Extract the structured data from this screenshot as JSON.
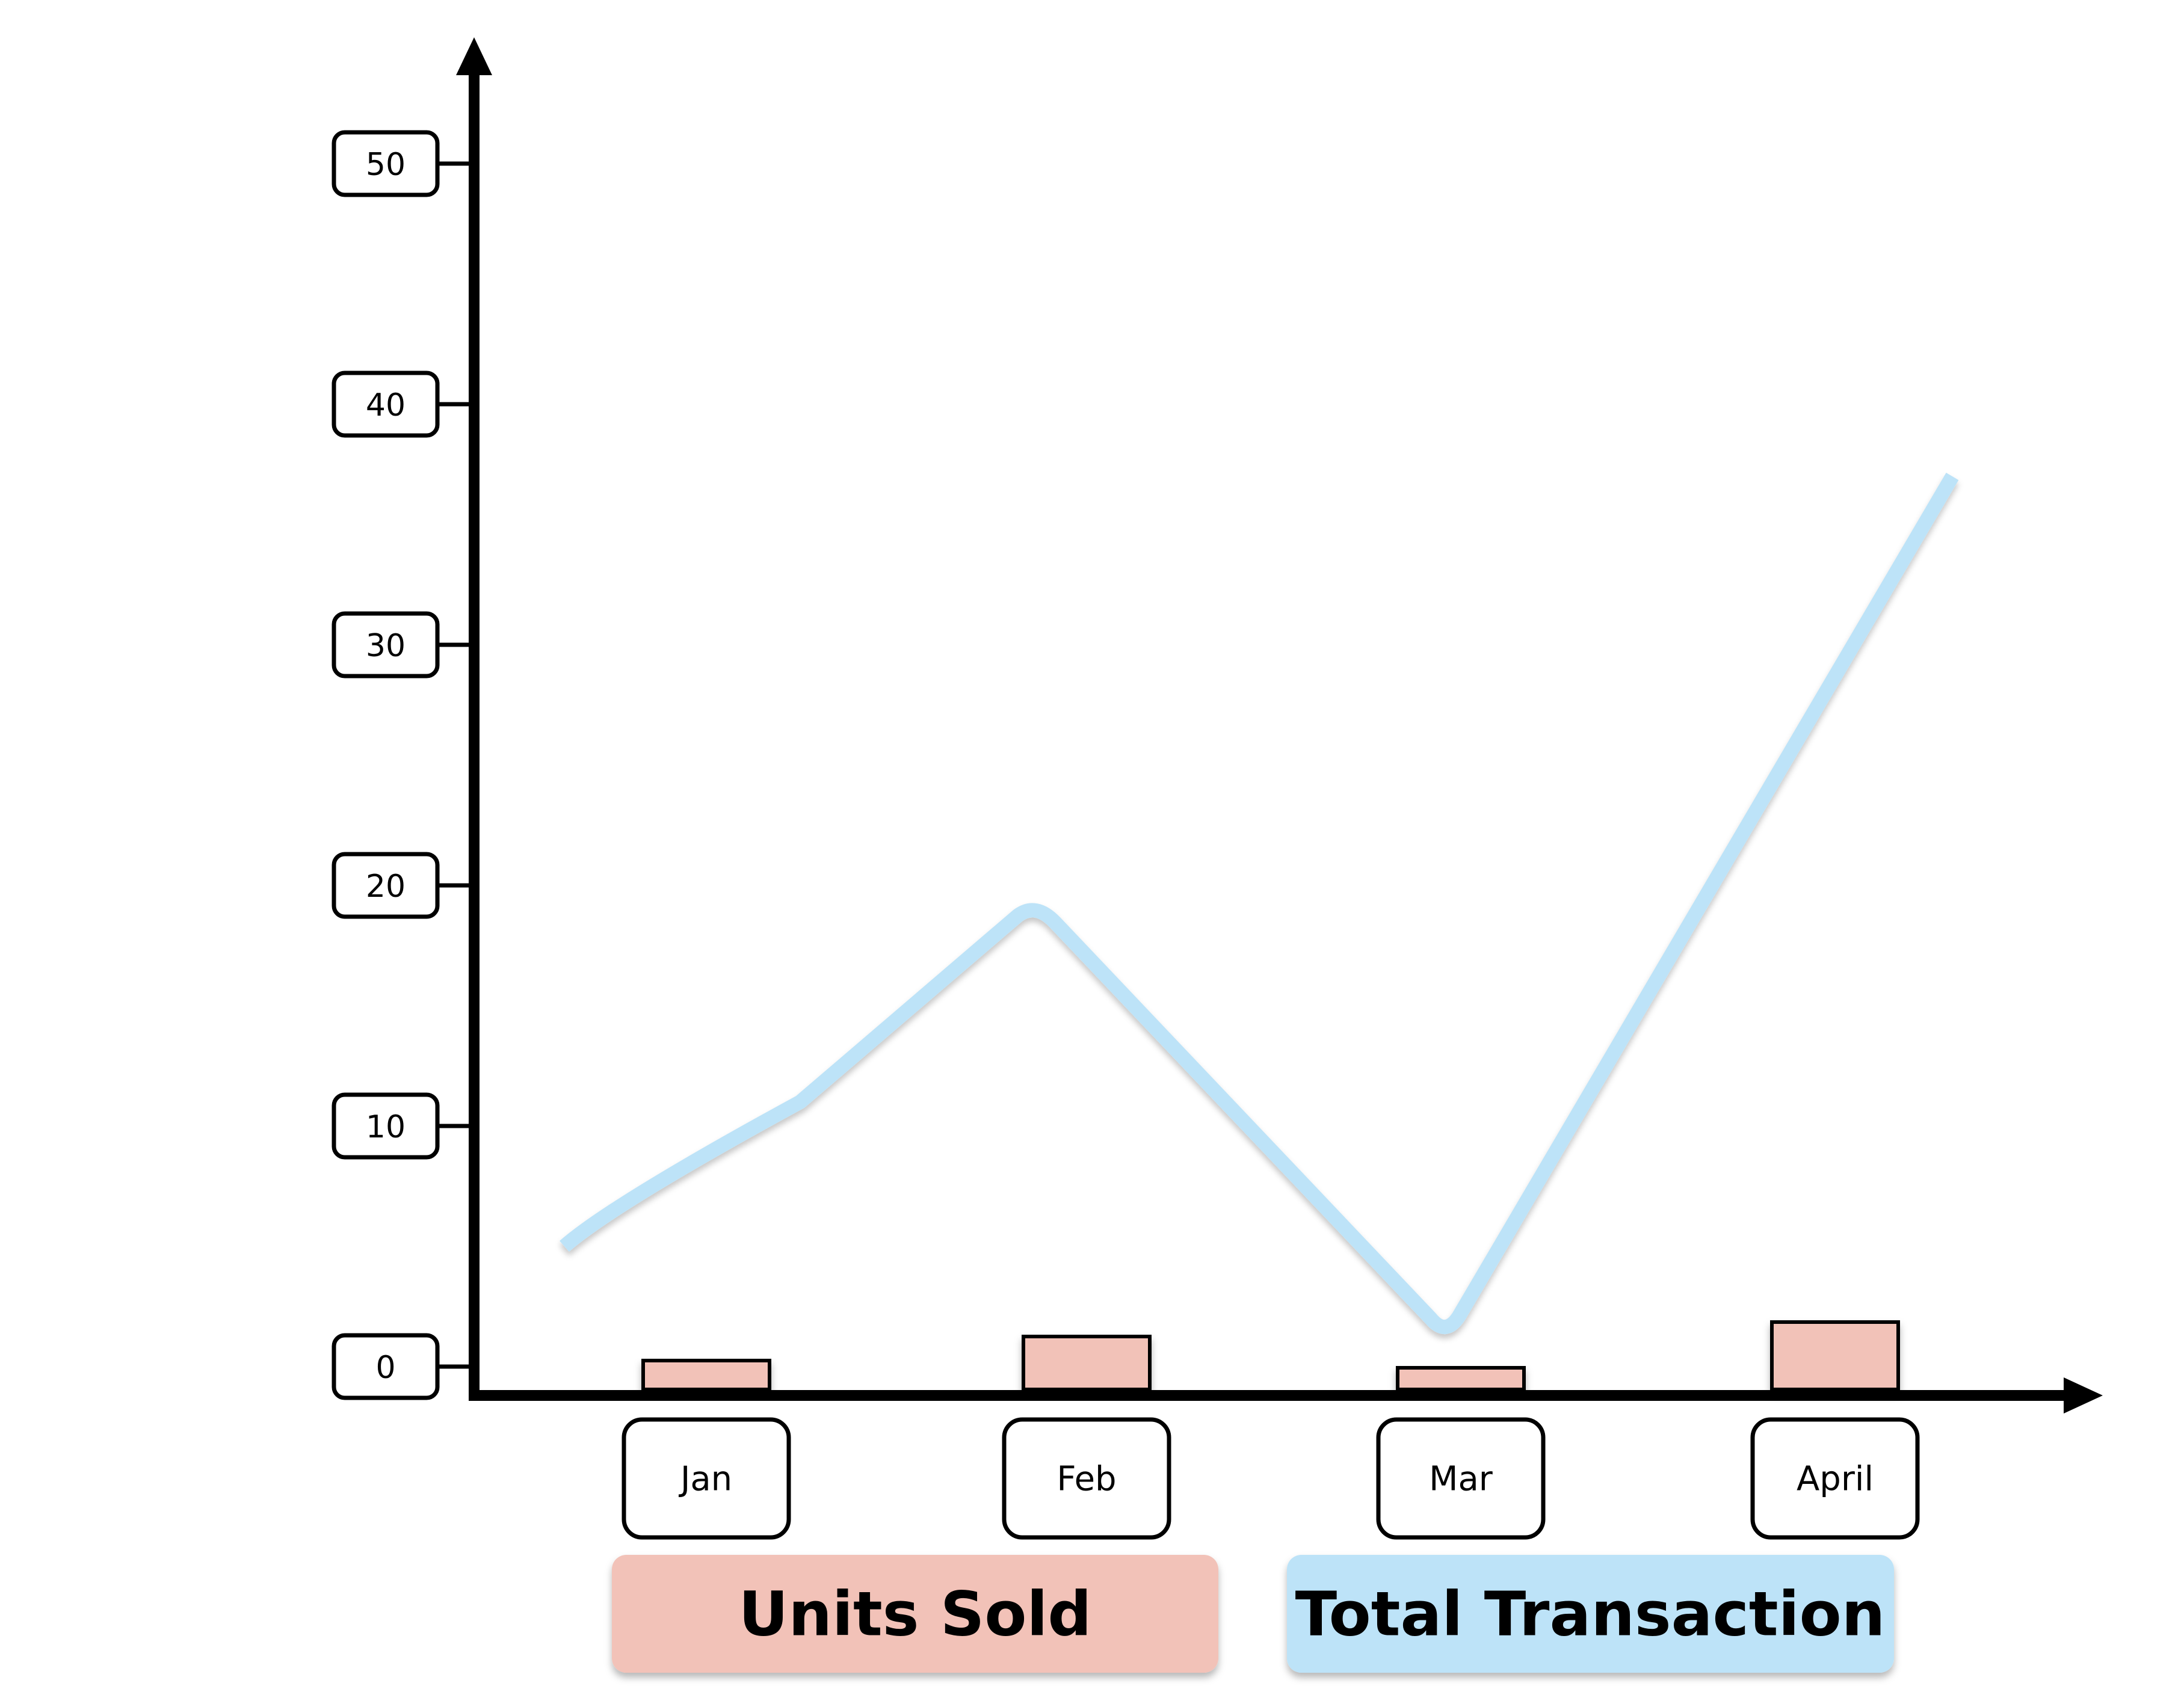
{
  "chart_data": {
    "type": "bar",
    "categories": [
      "Jan",
      "Feb",
      "Mar",
      "April"
    ],
    "yticks": [
      "0",
      "10",
      "20",
      "30",
      "40",
      "50"
    ],
    "ylim": [
      0,
      54
    ],
    "series": [
      {
        "name": "Units Sold",
        "type": "bar",
        "color": "#f2c2b8",
        "values": [
          1.2,
          2.2,
          0.9,
          2.8
        ]
      },
      {
        "name": "Total Transaction",
        "type": "line",
        "color": "#bde3f8",
        "values": [
          5,
          19,
          1.5,
          37
        ]
      }
    ],
    "grid": false,
    "legend": "bottom",
    "title": "",
    "xlabel": "",
    "ylabel": ""
  }
}
